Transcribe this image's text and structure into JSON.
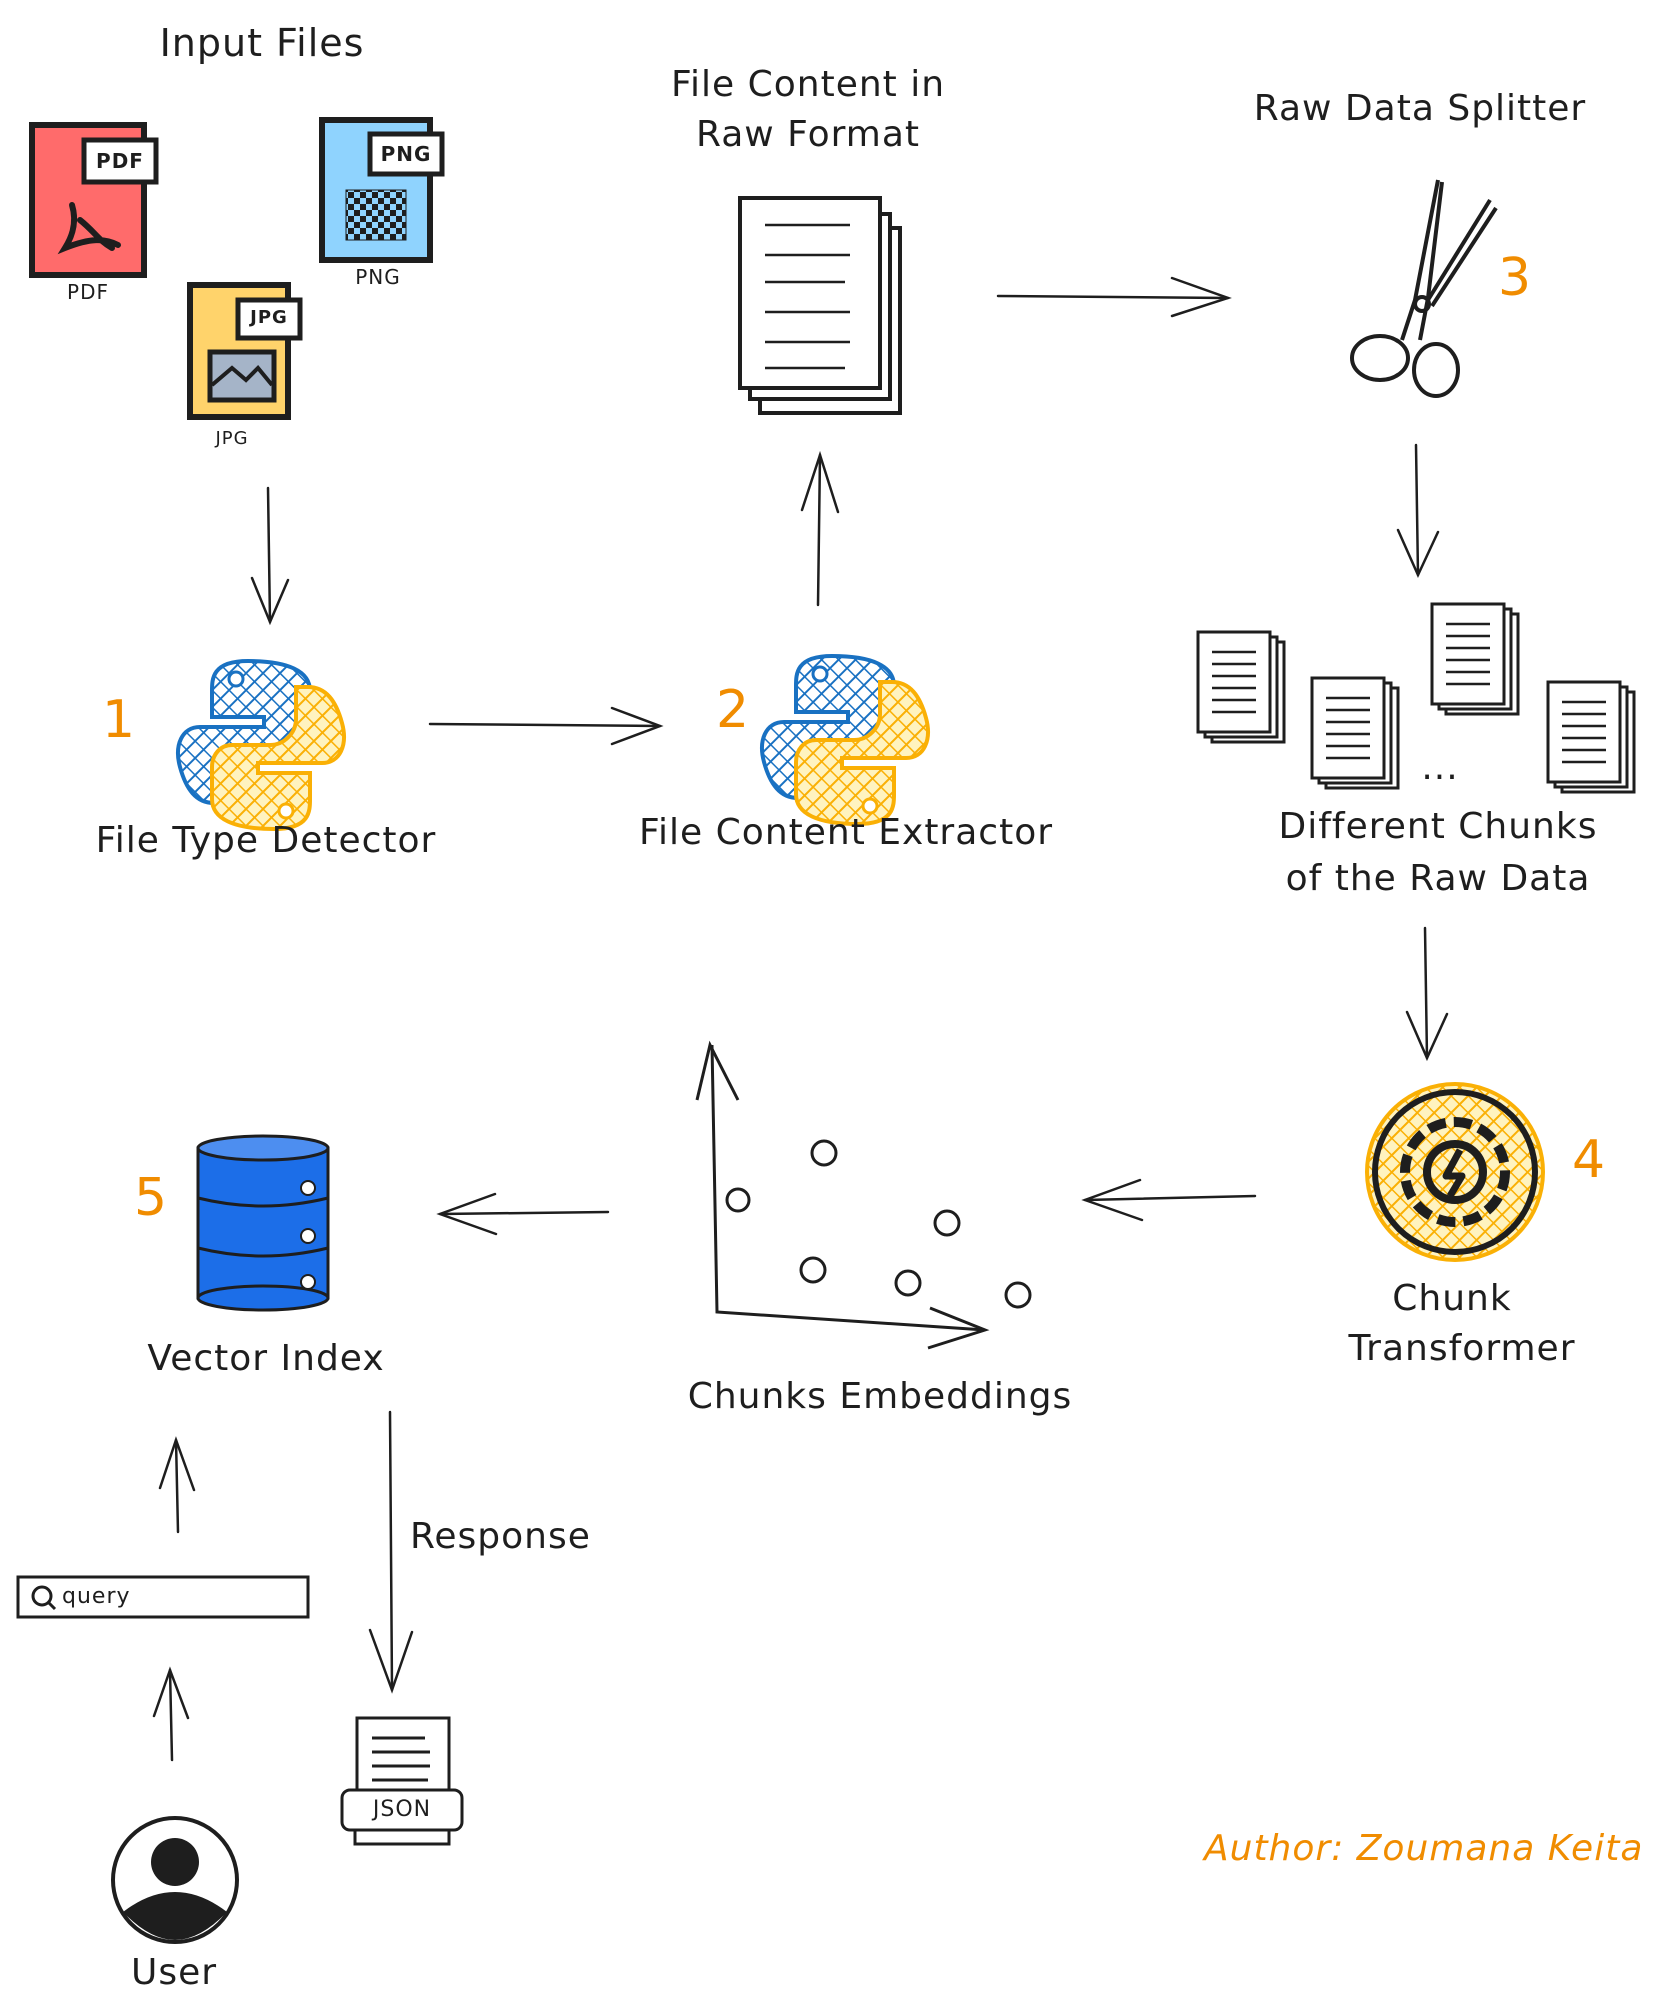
{
  "colors": {
    "ink": "#1e1e1e",
    "accent": "#f08c00",
    "pdf": "#ff6b6b",
    "png": "#8fd3fe",
    "jpg": "#ffd36b",
    "python_blue": "#1971c2",
    "python_yellow": "#fab005",
    "db_blue": "#1c6ee8"
  },
  "labels": {
    "input_files": "Input Files",
    "file_content_raw_l1": "File Content in",
    "file_content_raw_l2": "Raw Format",
    "raw_data_splitter": "Raw Data Splitter",
    "file_type_detector": "File Type Detector",
    "file_content_extractor": "File Content Extractor",
    "chunks_l1": "Different Chunks",
    "chunks_l2": "of the Raw Data",
    "chunk_transformer_l1": "Chunk",
    "chunk_transformer_l2": "Transformer",
    "chunks_embeddings": "Chunks Embeddings",
    "vector_index": "Vector Index",
    "response": "Response",
    "user": "User",
    "author": "Author: Zoumana Keita",
    "ellipsis": "..."
  },
  "files": {
    "pdf_tag": "PDF",
    "pdf_caption": "PDF",
    "png_tag": "PNG",
    "png_caption": "PNG",
    "jpg_tag": "JPG",
    "jpg_caption": "JPG"
  },
  "steps": {
    "s1": "1",
    "s2": "2",
    "s3": "3",
    "s4": "4",
    "s5": "5"
  },
  "search": {
    "value": "query"
  },
  "json_doc": {
    "label": "JSON"
  },
  "icons": [
    "pdf-file-icon",
    "png-file-icon",
    "jpg-file-icon",
    "python-logo-icon",
    "document-stack-icon",
    "scissors-icon",
    "chunk-document-icon",
    "gear-icon",
    "database-icon",
    "scatter-plot-icon",
    "search-icon",
    "json-document-icon",
    "user-avatar-icon",
    "arrow-icon"
  ]
}
